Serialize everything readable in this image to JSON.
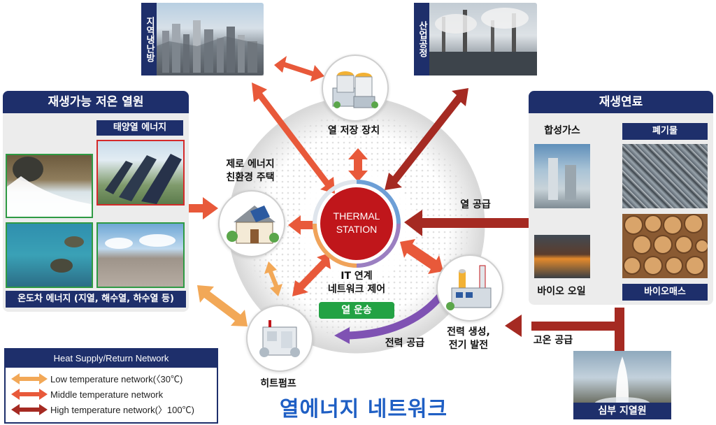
{
  "top_photos": {
    "district": "지역냉난방",
    "industry": "산업공정"
  },
  "left_panel": {
    "title": "재생가능 저온 열원",
    "solar": "태양열 에너지",
    "bottom": "온도차 에너지 (지열, 해수열, 하수열 등)"
  },
  "right_panel": {
    "title": "재생연료",
    "synth_gas": "합성가스",
    "waste": "폐기물",
    "bio_oil": "바이오 오일",
    "biomass": "바이오매스"
  },
  "nodes": {
    "storage": "열 저장 장치",
    "house": [
      "제로 에너지",
      "친환경 주택"
    ],
    "heatpump": "히트펌프",
    "power": [
      "전력 생성,",
      "전기 발전"
    ],
    "center": [
      "THERMAL",
      "STATION"
    ],
    "it_control": [
      "IT 연계",
      "네트워크 제어"
    ]
  },
  "arrow_labels": {
    "heat_supply": "열 공급",
    "heat_transport": "열 운송",
    "power_supply": "전력 공급",
    "high_temp_supply": "고온 공급"
  },
  "geothermal": "심부 지열원",
  "legend": {
    "title": "Heat Supply/Return Network",
    "items": [
      {
        "label": "Low temperature network(〈30℃)",
        "color": "#f2a857"
      },
      {
        "label": "Middle temperature network",
        "color": "#e8593a"
      },
      {
        "label": "High temperature network(〉100℃)",
        "color": "#a52a22"
      }
    ]
  },
  "main_title": "열에너지 네트워크",
  "colors": {
    "navy": "#1e2f6b",
    "center_red": "#c0161b",
    "green_badge": "#23a244",
    "purple_arrow": "#7f52b3",
    "title_blue": "#1f5fc4"
  }
}
